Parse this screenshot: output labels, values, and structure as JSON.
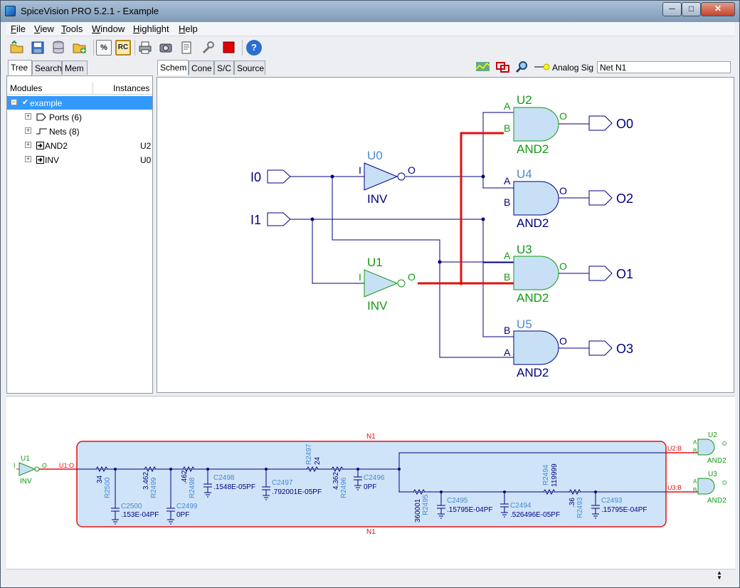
{
  "window": {
    "title": "SpiceVision PRO 5.2.1 - Example",
    "min": "─",
    "max": "□",
    "close": "✕"
  },
  "menu": [
    "File",
    "View",
    "Tools",
    "Window",
    "Highlight",
    "Help"
  ],
  "toolbar": {
    "icons": [
      "open-folder-icon",
      "save-icon",
      "database-icon",
      "add-folder-icon",
      "percent-icon",
      "rc-icon",
      "print-icon",
      "camera-icon",
      "document-icon",
      "wrench-icon",
      "stop-icon",
      "help-icon"
    ],
    "percent_label": "%",
    "rc_label": "RC",
    "help_label": "?"
  },
  "left_tabs": [
    "Tree",
    "Search",
    "Mem"
  ],
  "tree": {
    "col_modules": "Modules",
    "col_instances": "Instances",
    "root": "example",
    "items": [
      {
        "label": "Ports (6)",
        "instance": ""
      },
      {
        "label": "Nets (8)",
        "instance": ""
      },
      {
        "label": "AND2",
        "instance": "U2"
      },
      {
        "label": "INV",
        "instance": "U0"
      }
    ]
  },
  "right_tabs": [
    "Schem",
    "Cone",
    "S/C",
    "Source"
  ],
  "signal": {
    "label": "Analog Sig",
    "net_value": "Net N1"
  },
  "schematic": {
    "inputs": [
      "I0",
      "I1"
    ],
    "outputs": [
      "O0",
      "O2",
      "O1",
      "O3"
    ],
    "inverters": [
      {
        "name": "U0",
        "type": "INV",
        "pin_in": "I",
        "pin_out": "O"
      },
      {
        "name": "U1",
        "type": "INV",
        "pin_in": "I",
        "pin_out": "O"
      }
    ],
    "gates": [
      {
        "name": "U2",
        "type": "AND2",
        "pins": [
          "A",
          "B",
          "O"
        ]
      },
      {
        "name": "U4",
        "type": "AND2",
        "pins": [
          "A",
          "B",
          "O"
        ]
      },
      {
        "name": "U3",
        "type": "AND2",
        "pins": [
          "A",
          "B",
          "O"
        ]
      },
      {
        "name": "U5",
        "type": "AND2",
        "pins": [
          "B",
          "A",
          "O"
        ]
      }
    ]
  },
  "rc": {
    "net_top": "N1",
    "net_bottom": "N1",
    "source": {
      "name": "U1",
      "type": "INV",
      "pin_in": "I",
      "pin_out": "O",
      "port": "U1:O"
    },
    "loads": [
      {
        "name": "U2",
        "type": "AND2",
        "port": "U2:B",
        "pin_a": "A",
        "pin_b": "B",
        "pin_o": "O"
      },
      {
        "name": "U3",
        "type": "AND2",
        "port": "U3:B",
        "pin_a": "A",
        "pin_b": "B",
        "pin_o": "O"
      }
    ],
    "resistors": [
      {
        "name": "R2500",
        "value": "34"
      },
      {
        "name": "R2499",
        "value": "3.462"
      },
      {
        "name": "R2498",
        "value": ".462"
      },
      {
        "name": "R2497",
        "value": "24"
      },
      {
        "name": "R2496",
        "value": "4.362"
      },
      {
        "name": "R2495",
        "value": "360001"
      },
      {
        "name": "R2494",
        "value": "119999"
      },
      {
        "name": "R2493",
        "value": ".36"
      }
    ],
    "capacitors": [
      {
        "name": "C2500",
        "value": ".153E-04PF"
      },
      {
        "name": "C2499",
        "value": "0PF"
      },
      {
        "name": "C2498",
        "value": ".1548E-05PF"
      },
      {
        "name": "C2497",
        "value": ".792001E-05PF"
      },
      {
        "name": "C2496",
        "value": "0PF"
      },
      {
        "name": "C2495",
        "value": ".15795E-04PF"
      },
      {
        "name": "C2494",
        "value": ".526496E-05PF"
      },
      {
        "name": "C2493",
        "value": ".15795E-04PF"
      }
    ]
  },
  "colors": {
    "wire": "#000080",
    "highlight": "#e41010",
    "gate_fill": "#c8e0f6",
    "green": "#129a12",
    "blue_label": "#4a8acc",
    "rc_fill": "#cfe4f8"
  }
}
